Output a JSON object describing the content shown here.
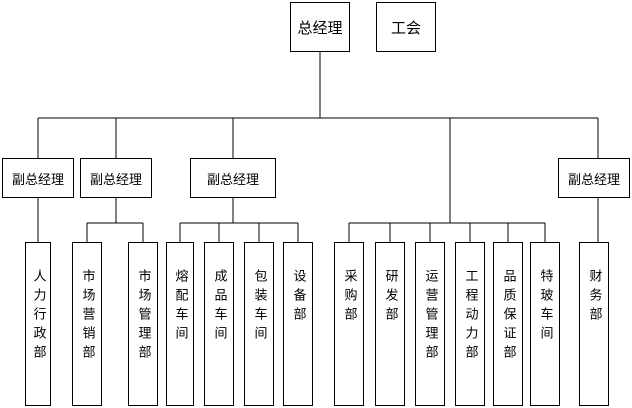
{
  "top": {
    "general_manager": "总经理",
    "union": "工会"
  },
  "vice_managers": [
    "副总经理",
    "副总经理",
    "副总经理",
    "副总经理"
  ],
  "departments": [
    "人力行政部",
    "市场营销部",
    "市场管理部",
    "熔配车间",
    "成品车间",
    "包装车间",
    "设备部",
    "采购部",
    "研发部",
    "运营管理部",
    "工程动力部",
    "品质保证部",
    "特玻车间",
    "财务部"
  ]
}
